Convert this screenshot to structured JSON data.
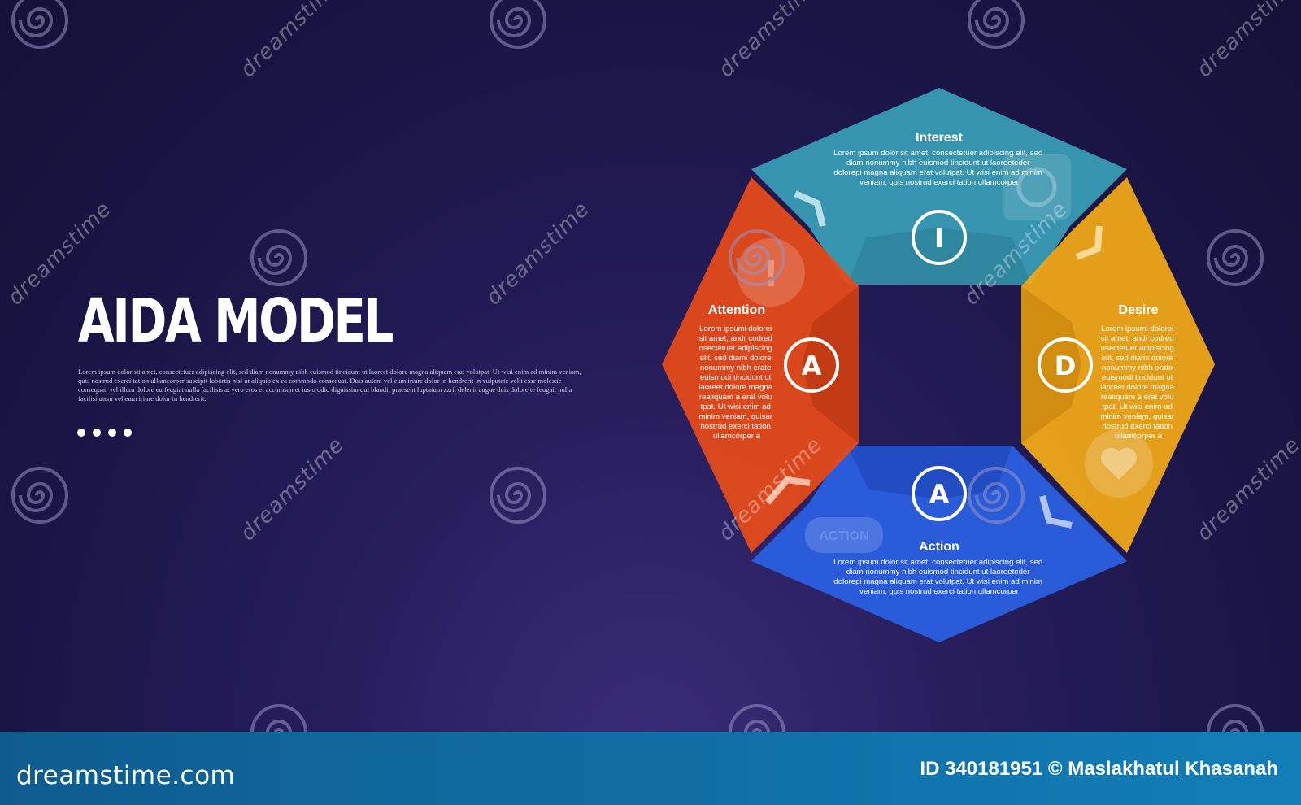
{
  "title": "AIDA MODEL",
  "description": "Lorem ipsum dolor sit amet, consectetuer adipiscing elit, sed diam nonummy nibh euismod tincidunt ut laoreet dolore magna aliquam erat volutpat. Ut wisi enim ad minim veniam, quis nostrud exerci tation ullamcorper suscipit lobortis nisl ut aliquip ex ea commodo consequat. Duis autem vel eum iriure dolor in hendrerit in vulputate velit esse molestie consequat, vel illum dolore eu feugiat nulla facilisis at vero eros et accumsan et iusto odio dignissim qui blandit praesent luptatum zzril delenit augue duis dolore te feugait nulla facilisi utem vel eum iriure dolor in hendrerit.",
  "stages": {
    "interest": {
      "title": "Interest",
      "letter": "I",
      "color": "#3a9fb8",
      "body": [
        "Lorem ipsum dolor sit amet, consectetuer adipiscing elit, sed",
        "diam nonummy nibh euismod tincidunt ut laoreeteder",
        "dolorepi magna aliquam erat volutpat. Ut wisi enim ad minim",
        "veniam, quis nostrud exerci tation ullamcorper"
      ]
    },
    "desire": {
      "title": "Desire",
      "letter": "D",
      "color": "#f0a817",
      "body": [
        "Lorem ipsumi dolorei",
        "sit amet, andr codred",
        "nsectetuer adipiscing",
        "elit, sed diami dolore",
        "nonummy nibh erate",
        "euismodi tincidunt ut",
        "laoreet dolore magna",
        "realiquam a erat volu",
        "tpat. Ut wisi enim ad",
        "minim veniam, quisar",
        "nostrud exerci tation",
        "ullamcorper a"
      ]
    },
    "action": {
      "title": "Action",
      "letter": "A",
      "color": "#2a5fe0",
      "badge": "ACTION",
      "body": [
        "Lorem ipsum dolor sit amet, consectetuer adipiscing elit, sed",
        "diam nonummy nibh euismod tincidunt ut laoreeteder",
        "dolorepi magna aliquam erat volutpat. Ut wisi enim ad minim",
        "veniam, quis nostrud exerci tation ullamcorper"
      ]
    },
    "attention": {
      "title": "Attention",
      "letter": "A",
      "color": "#e64a19",
      "body": [
        "Lorem ipsumi dolorei",
        "sit amet, andr codred",
        "nsectetuer adipiscing",
        "elit, sed diami dolore",
        "nonummy nibh erate",
        "euismodi tincidunt ut",
        "laoreet dolore magna",
        "realiquam a erat volu",
        "tpat. Ut wisi enim ad",
        "minim veniam, quisar",
        "nostrud exerci tation",
        "ullamcorper a"
      ]
    }
  },
  "watermark": {
    "text": "dreamstime",
    "icon": "spiral-icon"
  },
  "footer": {
    "logo": "dreamstime.com",
    "credit": "ID 340181951 © Maslakhatul Khasanah"
  }
}
